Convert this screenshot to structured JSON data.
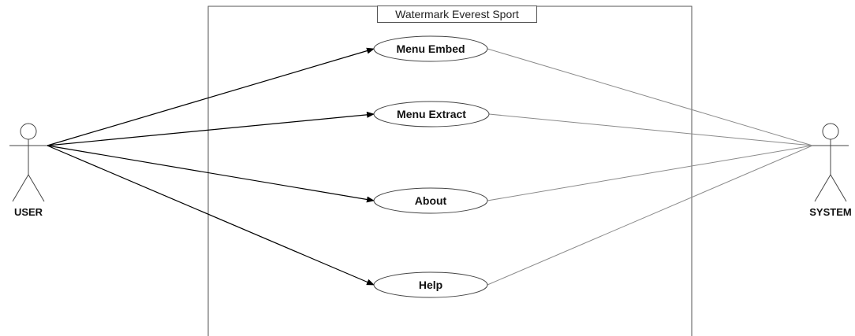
{
  "diagram": {
    "system_boundary": {
      "title": "Watermark Everest Sport"
    },
    "actors": {
      "user": {
        "label": "USER"
      },
      "system": {
        "label": "SYSTEM"
      }
    },
    "use_cases": [
      {
        "label": "Menu Embed"
      },
      {
        "label": "Menu Extract"
      },
      {
        "label": "About"
      },
      {
        "label": "Help"
      }
    ],
    "colors": {
      "line": "#000000",
      "system_line": "#8a8a8a",
      "boundary": "#555555"
    }
  }
}
